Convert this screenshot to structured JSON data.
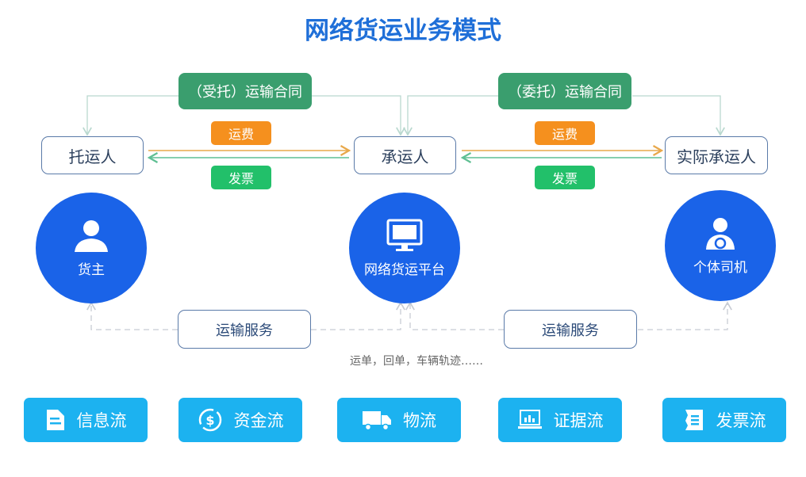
{
  "title": "网络货运业务模式",
  "contracts": [
    "（受托）运输合同",
    "（委托）运输合同"
  ],
  "fee_label": "运费",
  "invoice_label": "发票",
  "roles": [
    "托运人",
    "承运人",
    "实际承运人"
  ],
  "entities": [
    "货主",
    "网络货运平台",
    "个体司机"
  ],
  "service_label": "运输服务",
  "caption": "运单，回单，车辆轨迹……",
  "flows": [
    "信息流",
    "资金流",
    "物流",
    "证据流",
    "发票流"
  ],
  "colors": {
    "title": "#1f6fd8",
    "contract": "#3a9e6e",
    "fee": "#f5901e",
    "invoice": "#22c06a",
    "circle": "#1a63e8",
    "flow": "#1cb2f0"
  }
}
